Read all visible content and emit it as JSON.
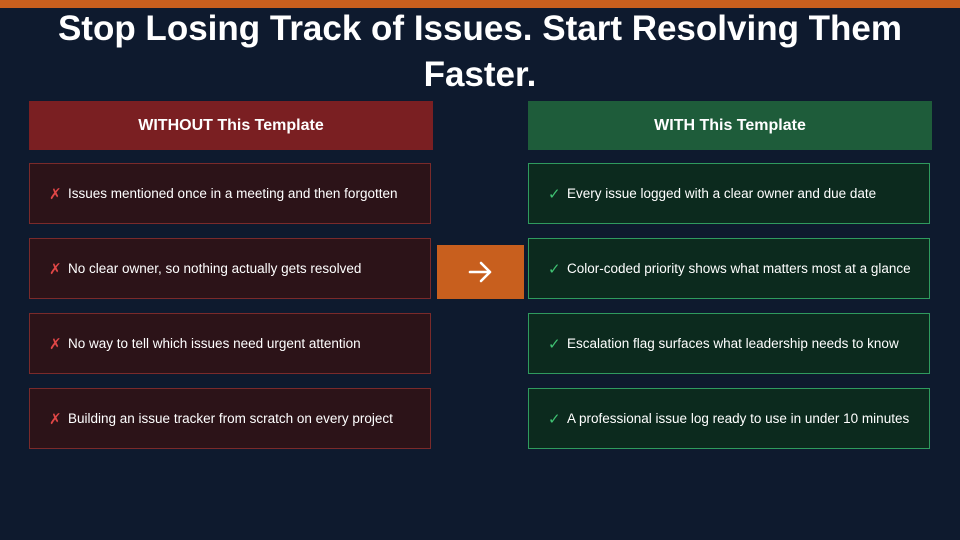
{
  "title": "Stop Losing Track of Issues. Start Resolving Them Faster.",
  "colors": {
    "accent": "#c85f1e",
    "background": "#0e1a2e",
    "without_header": "#7a1f22",
    "with_header": "#1e5c3a",
    "cross": "#e04646",
    "check": "#3fc272"
  },
  "without": {
    "header": "WITHOUT This Template",
    "mark": "✗",
    "items": [
      "Issues mentioned once in a meeting and then forgotten",
      "No clear owner, so nothing actually gets resolved",
      "No way to tell which issues need urgent attention",
      "Building an issue tracker from scratch on every project"
    ]
  },
  "with": {
    "header": "WITH This Template",
    "mark": "✓",
    "items": [
      "Every issue logged with a clear owner and due date",
      "Color-coded priority shows what matters most at a glance",
      "Escalation flag surfaces what leadership needs to know",
      "A professional issue log ready to use in under 10 minutes"
    ]
  },
  "arrow_icon": "arrow-right-icon"
}
